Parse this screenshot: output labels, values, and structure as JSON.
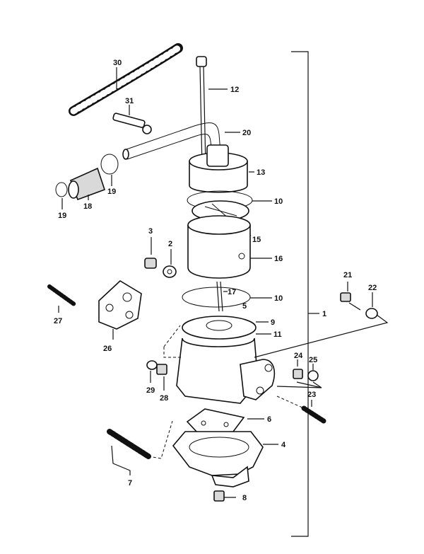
{
  "diagram": {
    "callouts": {
      "p1": "1",
      "p2": "2",
      "p3": "3",
      "p4": "4",
      "p5": "5",
      "p6": "6",
      "p7": "7",
      "p8": "8",
      "p9": "9",
      "p10a": "10",
      "p10b": "10",
      "p11": "11",
      "p12": "12",
      "p13": "13",
      "p15": "15",
      "p16": "16",
      "p17": "17",
      "p18": "18",
      "p19a": "19",
      "p19b": "19",
      "p20": "20",
      "p21": "21",
      "p22": "22",
      "p23": "23",
      "p24": "24",
      "p25": "25",
      "p26": "26",
      "p27": "27",
      "p28": "28",
      "p29": "29",
      "p30": "30",
      "p31": "31"
    }
  }
}
